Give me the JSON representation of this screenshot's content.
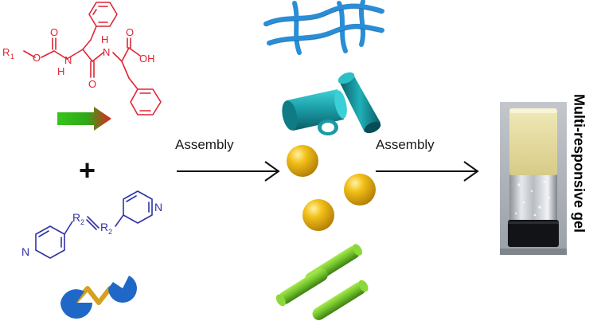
{
  "colors": {
    "dipeptide": "#e02434",
    "pyridine": "#2f33a6",
    "fiber": "#2a8ed6",
    "tube": "#1a9aa3",
    "sphere": "#e9a808",
    "rod": "#6fc12a",
    "arrow_start": "#38c41a",
    "arrow_end": "#e1221c",
    "linker": "#d6a11f",
    "capsule": "#1f68c7"
  },
  "molecule_dipeptide": {
    "r1": "R",
    "r1_sub": "1",
    "o_ether": "O",
    "o_carbonyl": "O",
    "nh1": "N",
    "h1": "H",
    "n2": "N",
    "h2": "H",
    "o_amide": "O",
    "o_acid": "O",
    "oh": "OH"
  },
  "molecule_bipyridine": {
    "n_left": "N",
    "n_right": "N",
    "r2a": "R",
    "r2a_sub": "2",
    "r2b": "R",
    "r2b_sub": "2"
  },
  "plus_sign": "+",
  "step1_label": "Assembly",
  "step2_label": "Assembly",
  "vertical_label": "Multi-responsive gel",
  "icons": {
    "stimulus_arrow": "gradient-right-arrow-icon",
    "linker": "capsule-linker-icon"
  }
}
